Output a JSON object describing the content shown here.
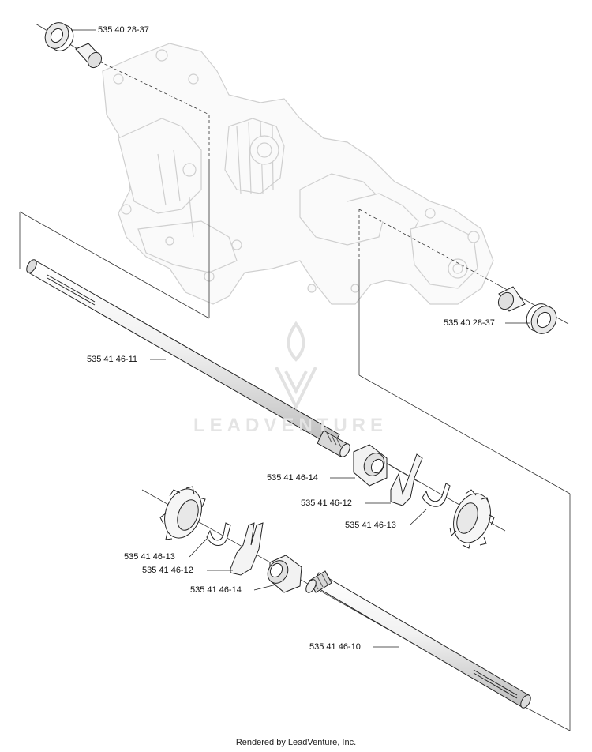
{
  "watermark": {
    "text": "LEADVENTURE"
  },
  "footer": {
    "text": "Rendered by LeadVenture, Inc."
  },
  "labels": {
    "seal_top": "535 40 28-37",
    "seal_right": "535 40 28-37",
    "axle_upper": "535 41 46-11",
    "bushing_upper": "535 41 46-14",
    "clip_a_upper": "535 41 46-12",
    "clip_b_upper": "535 41 46-13",
    "clip_b_lower": "535 41 46-13",
    "clip_a_lower": "535 41 46-12",
    "bushing_lower": "535 41 46-14",
    "axle_lower": "535 41 46-10"
  }
}
